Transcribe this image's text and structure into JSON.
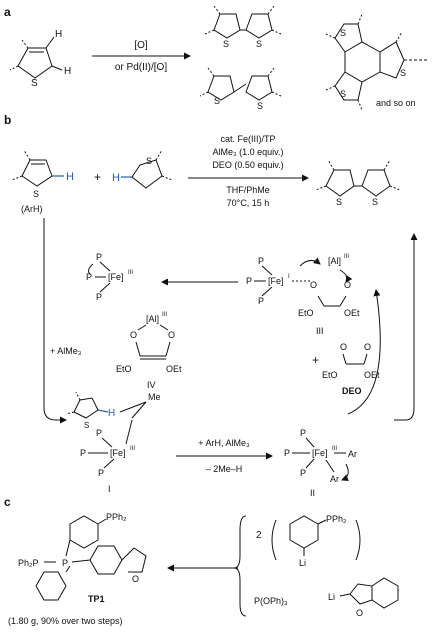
{
  "panels": {
    "a": "a",
    "b": "b",
    "c": "c"
  },
  "a": {
    "H_top": "H",
    "H_right": "H",
    "S_label": "S",
    "cond1": "[O]",
    "cond2": "or Pd(II)/[O]",
    "and_so_on": "and so on"
  },
  "b": {
    "H1": "H",
    "plus": "+",
    "H2": "H",
    "ArH": "(ArH)",
    "cat_line1": "cat. Fe(III)/TP",
    "cat_line2": "AlMe₃ (1.0 equiv.)",
    "cat_line3": "DEO (0.50 equiv.)",
    "cat_line4": "THF/PhMe",
    "cat_line5": "70°C, 15 h",
    "P": "P",
    "Fe_III": "[Fe]",
    "Fe_I": "[Fe]",
    "sup_III": "III",
    "sup_I": "I",
    "Al": "[Al]",
    "label_III": "III",
    "label_IV": "IV",
    "label_I": "I",
    "label_II": "II",
    "EtO": "EtO",
    "OEt": "OEt",
    "O": "O",
    "plus_AlMe3": "+ AlMe₃",
    "Me": "Me",
    "Ar": "Ar",
    "step1": "+ ArH, AlMe₃",
    "step2": "– 2Me–H",
    "DEO": "DEO",
    "plus2": "+"
  },
  "c": {
    "PPh2": "PPh₂",
    "Ph2P": "Ph₂P",
    "P": "P",
    "O": "O",
    "TP1": "TP1",
    "yield": "(1.80 g, 90% over two steps)",
    "two": "2",
    "Li": "Li",
    "POPh3": "P(OPh)₃"
  }
}
